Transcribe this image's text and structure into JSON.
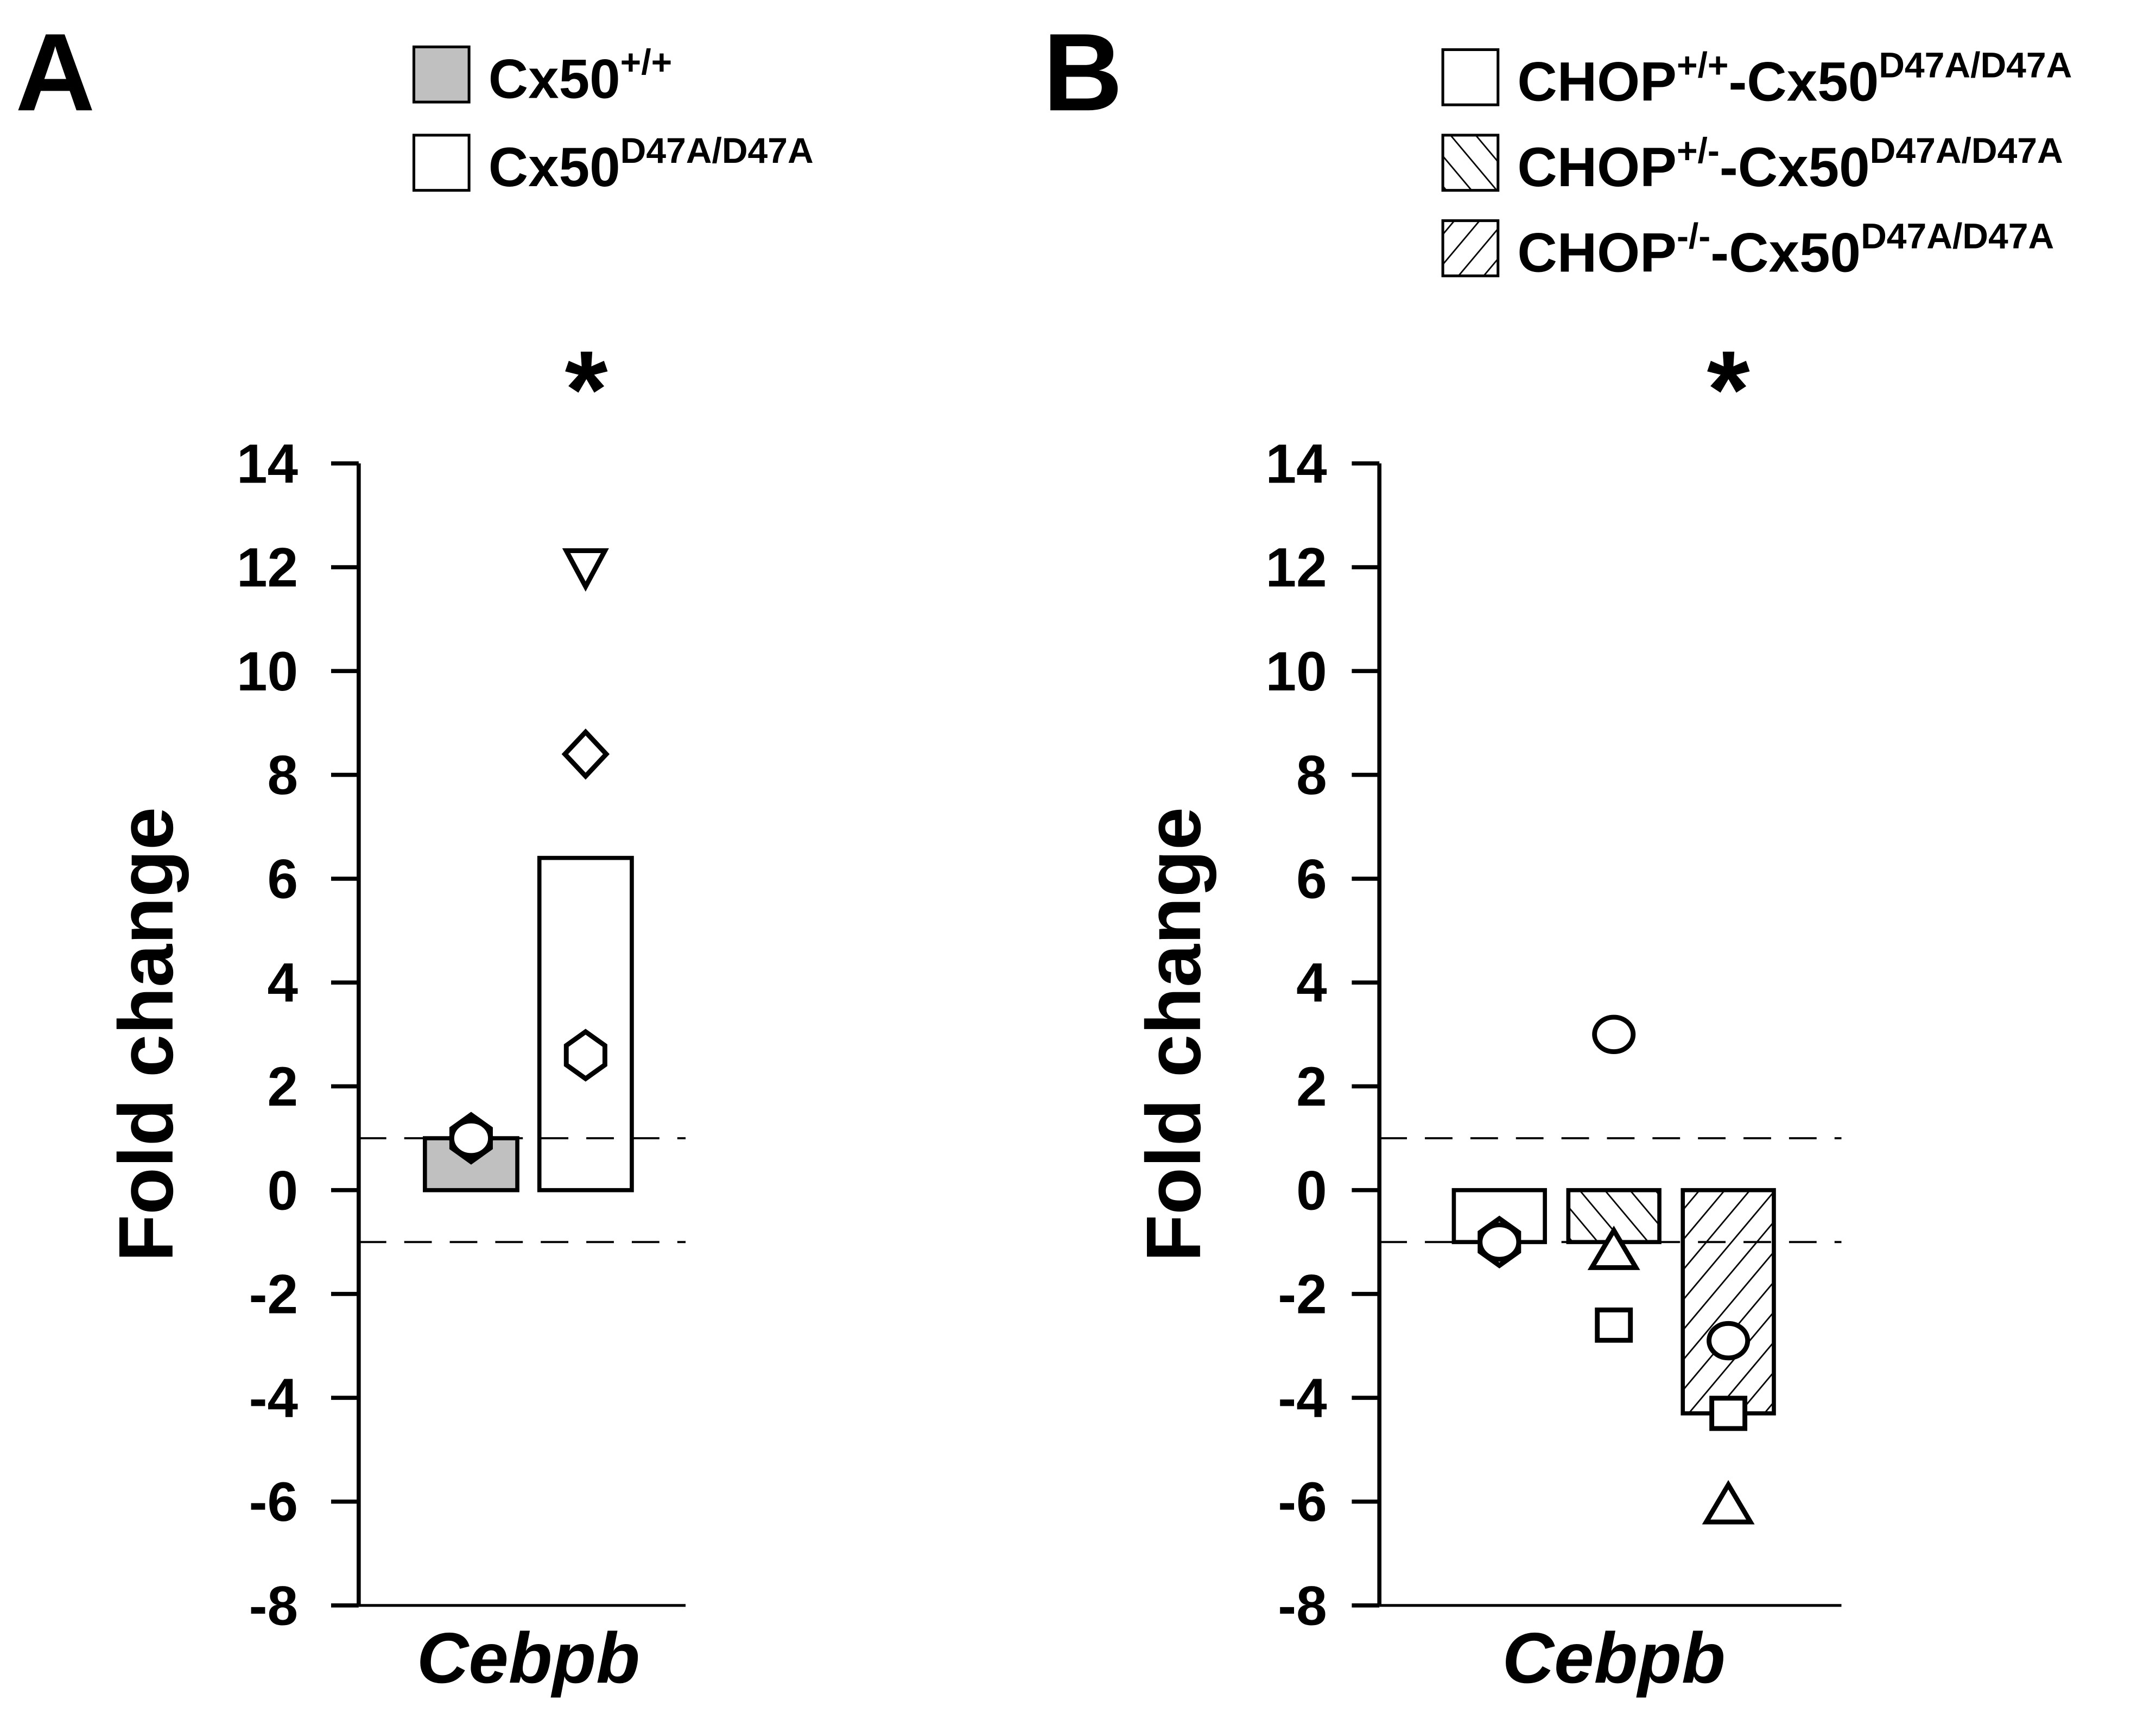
{
  "chart_data": [
    {
      "type": "bar",
      "panel_label": "A",
      "ylabel": "Fold change",
      "xlabel": "Cebpb",
      "ylim": [
        -8,
        14
      ],
      "yticks": [
        "14",
        "12",
        "10",
        "8",
        "6",
        "4",
        "2",
        "0",
        "-2",
        "-4",
        "-6",
        "-8"
      ],
      "reference_lines": [
        1,
        -1
      ],
      "significance": "*",
      "legend": [
        {
          "label": "Cx50",
          "sup": "+/+",
          "fill": "gray"
        },
        {
          "label": "Cx50",
          "sup": "D47A/D47A",
          "fill": "white"
        }
      ],
      "series": [
        {
          "name": "Cx50+/+",
          "value": 1.0,
          "fill": "gray",
          "points": [
            {
              "shape": "hexagon",
              "y": 1.0
            },
            {
              "shape": "diamond",
              "y": 1.0
            },
            {
              "shape": "circle",
              "y": 1.0
            }
          ]
        },
        {
          "name": "Cx50D47A/D47A",
          "value": 6.4,
          "fill": "white",
          "points": [
            {
              "shape": "triangle-down",
              "y": 12.0
            },
            {
              "shape": "diamond",
              "y": 8.4
            },
            {
              "shape": "hexagon",
              "y": 2.6
            }
          ]
        }
      ]
    },
    {
      "type": "bar",
      "panel_label": "B",
      "ylabel": "Fold change",
      "xlabel": "Cebpb",
      "ylim": [
        -8,
        14
      ],
      "yticks": [
        "14",
        "12",
        "10",
        "8",
        "6",
        "4",
        "2",
        "0",
        "-2",
        "-4",
        "-6",
        "-8"
      ],
      "reference_lines": [
        1,
        -1
      ],
      "significance": "*",
      "legend": [
        {
          "label": "CHOP",
          "sup": "+/+",
          "label2": "-Cx50",
          "sup2": "D47A/D47A",
          "fill": "white"
        },
        {
          "label": "CHOP",
          "sup": "+/-",
          "label2": "-Cx50",
          "sup2": "D47A/D47A",
          "fill": "hatch"
        },
        {
          "label": "CHOP",
          "sup": "-/-",
          "label2": "-Cx50",
          "sup2": "D47A/D47A",
          "fill": "backhatch"
        }
      ],
      "series": [
        {
          "name": "CHOP+/+-Cx50D47A/D47A",
          "value": -1.0,
          "fill": "white",
          "points": [
            {
              "shape": "hexagon",
              "y": -1.0
            },
            {
              "shape": "circle",
              "y": -1.0
            }
          ]
        },
        {
          "name": "CHOP+/--Cx50D47A/D47A",
          "value": -1.0,
          "fill": "hatch",
          "points": [
            {
              "shape": "circle",
              "y": 3.0
            },
            {
              "shape": "triangle",
              "y": -1.2
            },
            {
              "shape": "square",
              "y": -2.6
            }
          ]
        },
        {
          "name": "CHOP-/--Cx50D47A/D47A",
          "value": -4.3,
          "fill": "backhatch",
          "points": [
            {
              "shape": "circle",
              "y": -2.9
            },
            {
              "shape": "square",
              "y": -4.3
            },
            {
              "shape": "triangle",
              "y": -6.1
            }
          ]
        }
      ]
    }
  ]
}
